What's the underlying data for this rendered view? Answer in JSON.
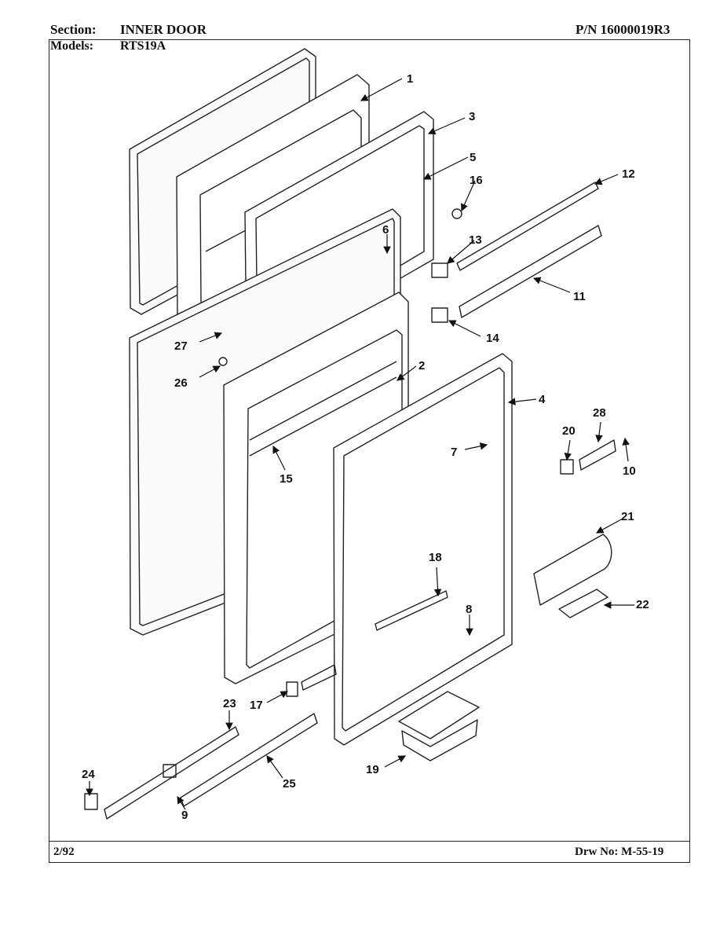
{
  "header": {
    "section_label": "Section:",
    "section_value": "INNER DOOR",
    "models_label": "Models:",
    "models_value": "RTS19A",
    "part_number": "P/N 16000019R3"
  },
  "footer": {
    "date": "2/92",
    "drawing_number": "Drw No: M-55-19"
  },
  "callouts": {
    "c1": "1",
    "c2": "2",
    "c3": "3",
    "c4": "4",
    "c5": "5",
    "c6": "6",
    "c7": "7",
    "c8": "8",
    "c9": "9",
    "c10": "10",
    "c11": "11",
    "c12": "12",
    "c13": "13",
    "c14": "14",
    "c15": "15",
    "c16": "16",
    "c17": "17",
    "c18": "18",
    "c19": "19",
    "c20": "20",
    "c21": "21",
    "c22": "22",
    "c23": "23",
    "c24": "24",
    "c25": "25",
    "c26": "26",
    "c27": "27",
    "c28": "28"
  }
}
